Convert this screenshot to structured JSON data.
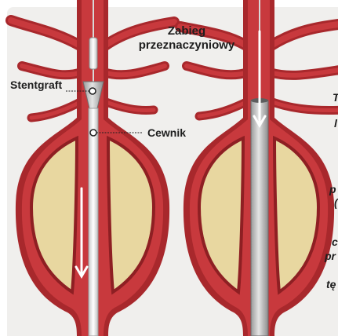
{
  "title": {
    "line1": "Zabieg",
    "line2": "przeznaczyniowy"
  },
  "labels": {
    "stentgraft": "Stentgraft",
    "catheter": "Cewnik"
  },
  "cut_off_right_edge": {
    "fragment_1": "T",
    "fragment_2": "l",
    "fragment_3": "p",
    "fragment_4": "(",
    "fragment_5": "c",
    "fragment_6": "pr",
    "fragment_7": "tę"
  },
  "colors": {
    "panel_background": "#f0efed",
    "vessel_wall": "#a8282c",
    "vessel_lumen": "#c8393d",
    "thrombus": "#e8d7a0",
    "catheter": "#f2f2f2",
    "graft_metal": "#b7b7b7",
    "arrow": "#ffffff"
  },
  "icons": {
    "arrow_down": "down-arrow-icon",
    "callout_dot": "callout-circle-icon"
  }
}
